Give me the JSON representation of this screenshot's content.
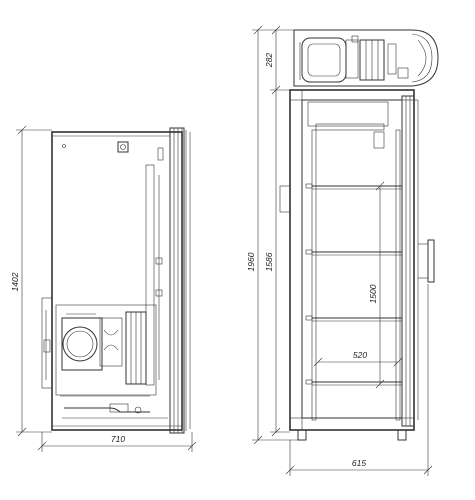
{
  "dimensions": {
    "left_width": "710",
    "left_height": "1402",
    "right_width": "615",
    "right_total_height": "1960",
    "right_body_height": "1586",
    "right_top_height": "282",
    "inner_height": "1500",
    "inner_width": "520"
  },
  "colors": {
    "line": "#333333",
    "insulation": "#cfcfcf"
  }
}
